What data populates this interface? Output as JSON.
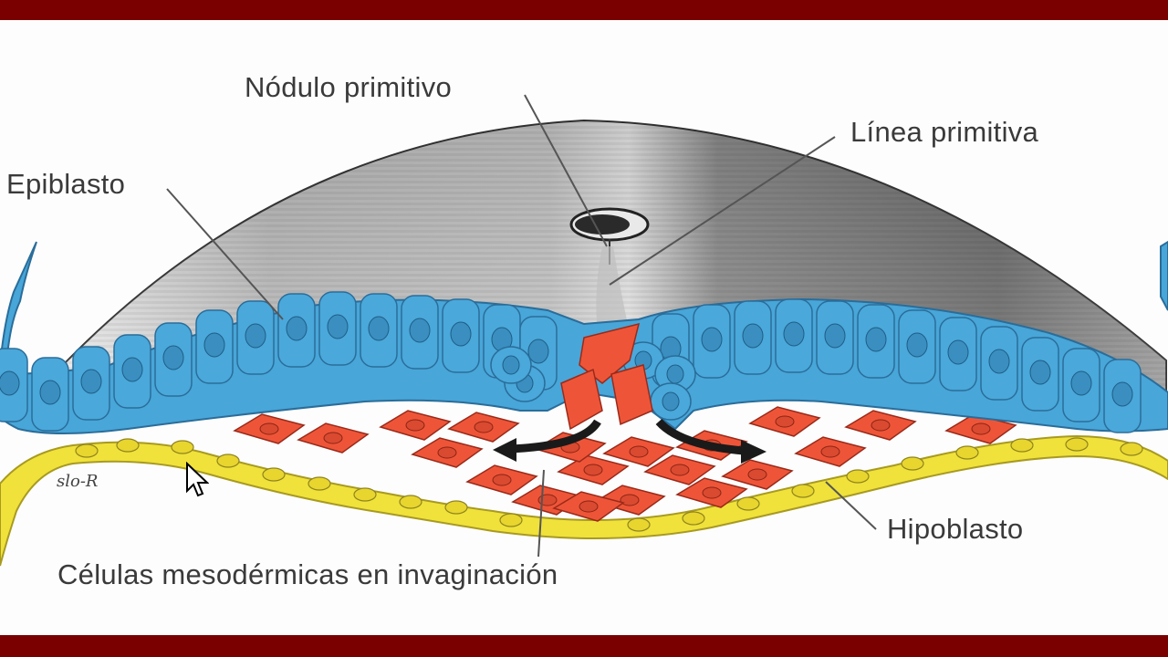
{
  "colors": {
    "frame": "#7a0000",
    "epiblast": "#48a6d8",
    "hypoblast": "#f0e23a",
    "mesoderm": "#ee5538",
    "dome": "#8a8a8a"
  },
  "labels": {
    "nodulo": "Nódulo primitivo",
    "linea": "Línea primitiva",
    "epiblasto": "Epiblasto",
    "hipoblasto": "Hipoblasto",
    "celulas": "Células mesodérmicas en invaginación"
  },
  "signature": "slo-R",
  "icons": {
    "cursor": "mouse-pointer-icon",
    "arrows": "curved-arrow-icon"
  }
}
